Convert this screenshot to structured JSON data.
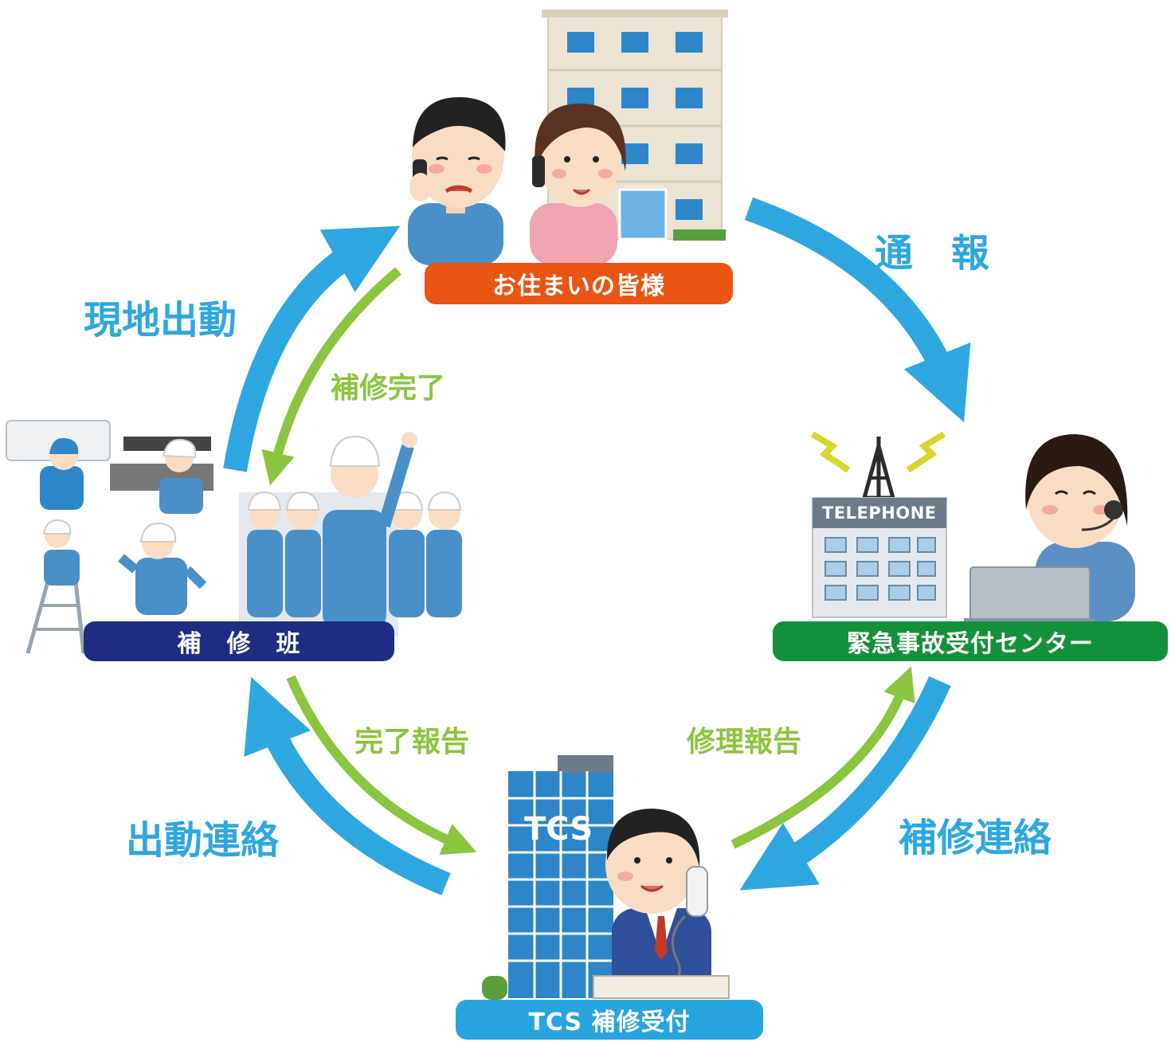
{
  "nodes": {
    "residents": {
      "label": "お住まいの皆様",
      "color": "#ea5514"
    },
    "emergency_center": {
      "label": "緊急事故受付センター",
      "color": "#13913a"
    },
    "tcs_reception": {
      "label": "TCS 補修受付",
      "color": "#27a4dd"
    },
    "repair_team": {
      "label": "補　修　班",
      "color": "#1f2c84"
    }
  },
  "flows": {
    "report": "通　報",
    "repair_contact": "補修連絡",
    "repair_report": "修理報告",
    "completion_report": "完了報告",
    "dispatch_contact": "出動連絡",
    "onsite_dispatch": "現地出動",
    "repair_complete": "補修完了"
  },
  "signs": {
    "telephone": "TELEPHONE",
    "tcs": "TCS"
  },
  "colors": {
    "main_arrow": "#2ea7e0",
    "sub_arrow": "#8bc53f",
    "uniform": "#4a90c8",
    "building_window": "#2e86c9"
  }
}
